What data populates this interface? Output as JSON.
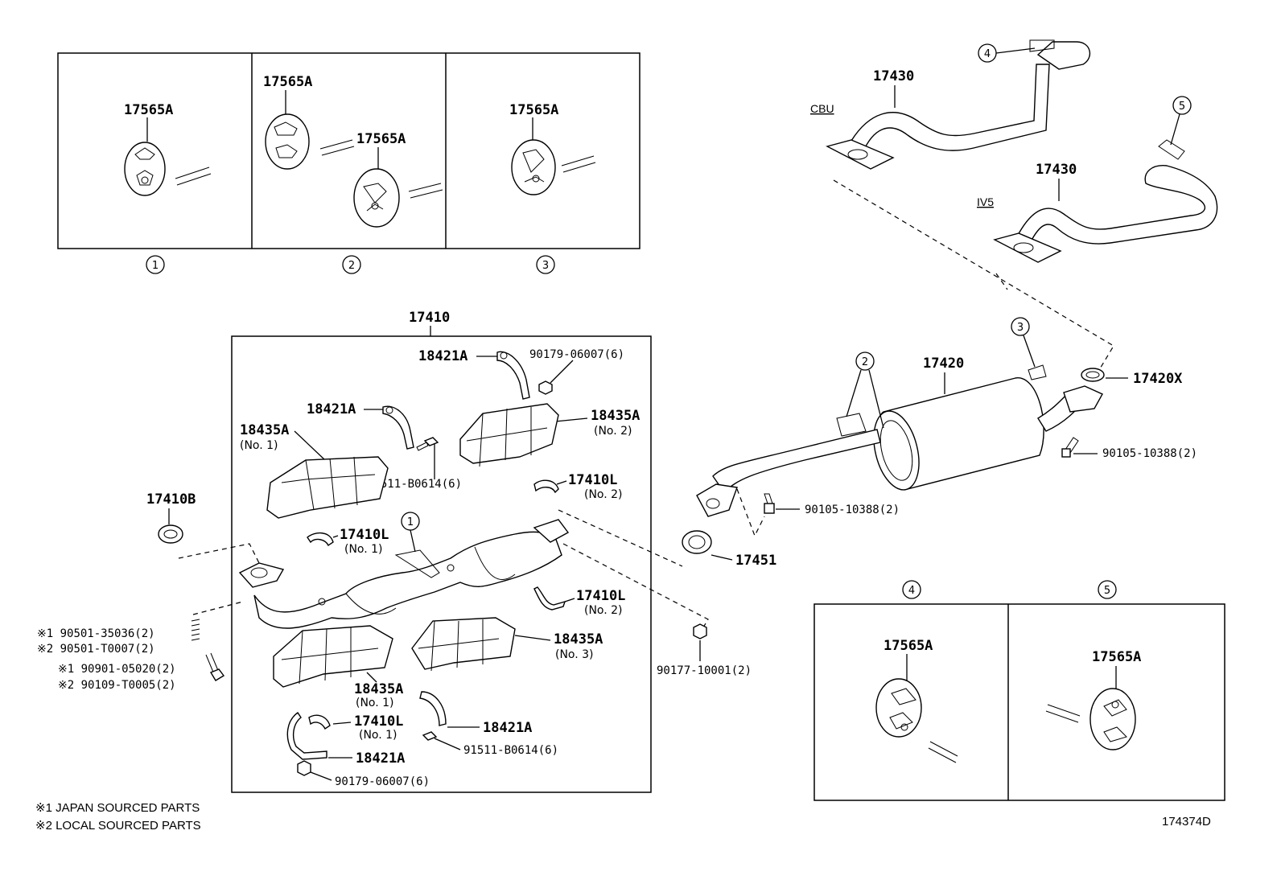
{
  "callouts": {
    "c1": "1",
    "c2": "2",
    "c3": "3",
    "c4": "4",
    "c5": "5"
  },
  "inset_1": {
    "label": "17565A"
  },
  "inset_2": {
    "label_a": "17565A",
    "label_b": "17565A"
  },
  "inset_3": {
    "label": "17565A"
  },
  "inset_4": {
    "label": "17565A"
  },
  "inset_5": {
    "label": "17565A"
  },
  "tailpipe": {
    "cbu_label": "17430",
    "cbu_variant": "CBU",
    "iv5_label": "17430",
    "iv5_variant": "IV5",
    "gasket": "17420X",
    "bolt": "90105-10388(2)"
  },
  "muffler": {
    "label": "17420",
    "bolt": "90105-10388(2)",
    "gasket": "17451"
  },
  "converter": {
    "assembly": "17410",
    "gasket_front": "17410B",
    "nut_rear": "90177-10001(2)",
    "bracket_top": "18421A",
    "nut_top": "90179-06007(6)",
    "bracket_upper": "18421A",
    "bolt_upper": "91511-B0614(6)",
    "insulator_1": "18435A",
    "insulator_1_sub": "(No. 1)",
    "insulator_2": "18435A",
    "insulator_2_sub": "(No. 2)",
    "clamp_2a": "17410L",
    "clamp_2a_sub": "(No. 2)",
    "clamp_1a": "17410L",
    "clamp_1a_sub": "(No. 1)",
    "clamp_2b": "17410L",
    "clamp_2b_sub": "(No. 2)",
    "insulator_3": "18435A",
    "insulator_3_sub": "(No. 3)",
    "insulator_1b": "18435A",
    "insulator_1b_sub": "(No. 1)",
    "clamp_1b": "17410L",
    "clamp_1b_sub": "(No. 1)",
    "bracket_low_right": "18421A",
    "bolt_low": "91511-B0614(6)",
    "bracket_low_left": "18421A",
    "nut_low": "90179-06007(6)"
  },
  "fasteners_left": {
    "spring_1": "※1 90501-35036(2)",
    "spring_2": "※2 90501-T0007(2)",
    "bolt_1": "※1 90901-05020(2)",
    "bolt_2": "※2 90109-T0005(2)"
  },
  "notes": {
    "note_1": "※1 JAPAN SOURCED PARTS",
    "note_2": "※2 LOCAL SOURCED PARTS"
  },
  "figure_id": "174374D"
}
